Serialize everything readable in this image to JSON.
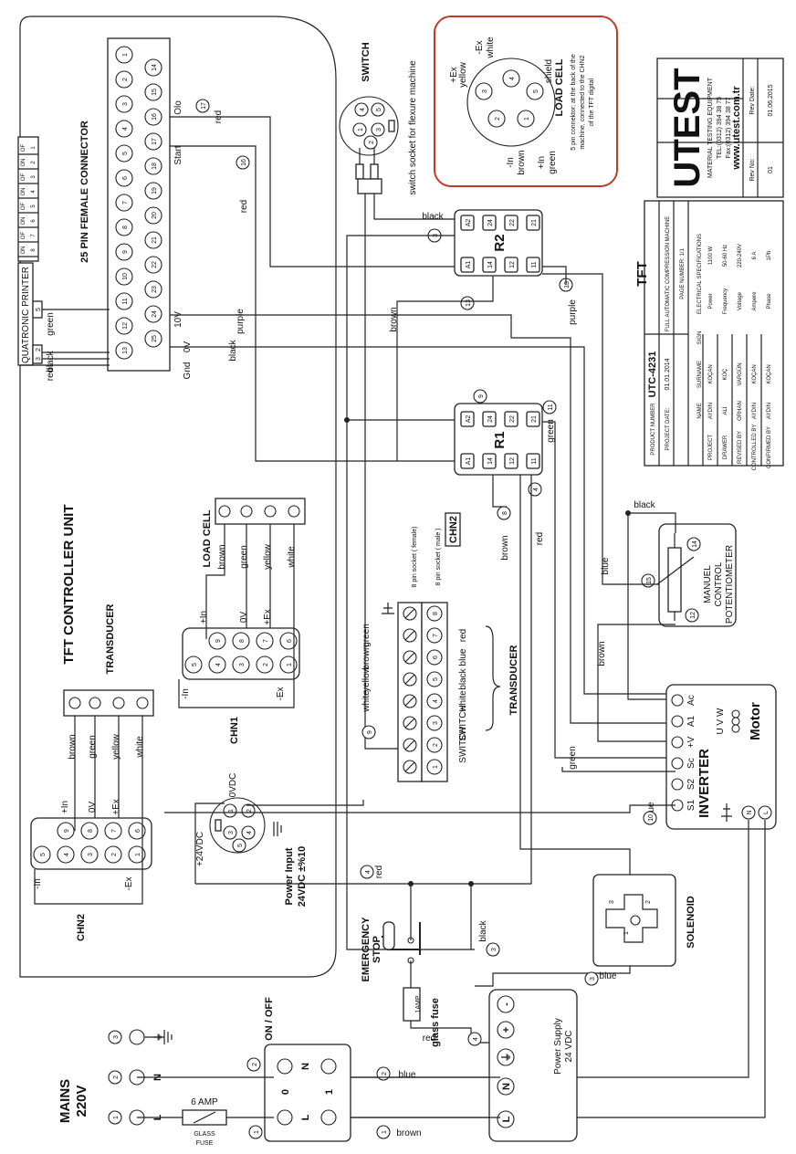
{
  "controller": {
    "title": "TFT CONTROLLER UNIT"
  },
  "connector25": {
    "title": "25 PIN FEMALE CONNECTOR",
    "top_row": [
      "1",
      "2",
      "3",
      "4",
      "5",
      "6",
      "7",
      "8",
      "9",
      "10",
      "11",
      "12",
      "13"
    ],
    "bottom_row": [
      "14",
      "15",
      "16",
      "17",
      "18",
      "19",
      "20",
      "21",
      "22",
      "23",
      "24",
      "25"
    ],
    "labels": {
      "olo": "Olo",
      "start": "Start",
      "v10": "10V",
      "gnd": "Gnd",
      "v0": "0V"
    }
  },
  "printer": {
    "title": "QUATRONIC PRINTER",
    "pins": [
      "2",
      "3",
      "5"
    ],
    "switch_states": [
      "OF",
      "ON",
      "OF",
      "ON",
      "OF",
      "ON",
      "OF",
      "ON"
    ],
    "switch_nums": [
      "1",
      "2",
      "3",
      "4",
      "5",
      "6",
      "7",
      "8"
    ]
  },
  "switch_socket": {
    "title": "SWITCH",
    "desc": "switch socket for flexure machine",
    "pins": [
      "1",
      "2",
      "3",
      "4",
      "5"
    ]
  },
  "load_cell_connector": {
    "title": "LOAD CELL",
    "desc_lines": [
      "5 pin connektor; at the back of the",
      "machine, connected to the CHN2",
      "of the TFT digital"
    ],
    "pins": [
      "1",
      "2",
      "3",
      "4",
      "5"
    ],
    "labels": {
      "ex_pos": "+Ex",
      "ex_pos_color": "yellow",
      "ex_neg": "-Ex",
      "ex_neg_color": "white",
      "shield": "shield",
      "in_neg": "-In",
      "in_neg_color": "brown",
      "in_pos": "+In",
      "in_pos_color": "green"
    }
  },
  "relays": {
    "r2": {
      "name": "R2",
      "pins": [
        "A2",
        "24",
        "22",
        "A1",
        "14",
        "12",
        "21",
        "11"
      ]
    },
    "r1": {
      "name": "R1",
      "pins": [
        "A2",
        "24",
        "22",
        "A1",
        "14",
        "12",
        "21",
        "11"
      ]
    }
  },
  "wires": {
    "red": "red",
    "black": "black",
    "brown": "brown",
    "green": "green",
    "purple": "purple",
    "blue": "blue",
    "yellow": "yellow",
    "white": "white",
    "n17": "17",
    "n16": "16",
    "n3": "3",
    "n13": "13",
    "n9": "9",
    "n11": "11",
    "n4": "4",
    "n8": "8",
    "n10": "10",
    "n2": "2",
    "n1": "1"
  },
  "transducer_box": {
    "title": "TRANSDUCER",
    "wires": [
      "brown",
      "green",
      "yellow",
      "white"
    ]
  },
  "load_cell_box": {
    "title": "LOAD CELL",
    "wires": [
      "brown",
      "green",
      "yellow",
      "white"
    ]
  },
  "chn1": {
    "title": "CHN1",
    "top": [
      "9",
      "8",
      "7",
      "6"
    ],
    "bottom": [
      "5",
      "4",
      "3",
      "2",
      "1"
    ],
    "labels": {
      "in_pos": "+In",
      "v0": "0V",
      "ex_pos": "+Ex",
      "in_neg": "-In",
      "ex_neg": "-Ex"
    }
  },
  "chn2_left": {
    "title": "CHN2",
    "top": [
      "9",
      "8",
      "7",
      "6"
    ],
    "bottom": [
      "5",
      "4",
      "3",
      "2",
      "1"
    ],
    "labels": {
      "in_pos": "+In",
      "v0": "0V",
      "ex_pos": "+Ex",
      "in_neg": "-In",
      "ex_neg": "-Ex"
    }
  },
  "terminal_block": {
    "female": "8 pin socket ( female)",
    "male": "8 pin socket ( male )",
    "chn2": "CHN2",
    "numbers": [
      "8",
      "7",
      "6",
      "5",
      "4",
      "3",
      "2",
      "1"
    ],
    "left_labels": [
      "green",
      "brown",
      "yellow",
      "white"
    ],
    "right_labels": [
      "red",
      "blue",
      "black",
      "white",
      "SWITCH",
      "SWITCH"
    ],
    "group_label": "TRANSDUCER"
  },
  "power_input": {
    "v0": "0VDC",
    "v24": "+24VDC",
    "title": "Power Input",
    "subtitle": "24VDC  ±%10",
    "pins": [
      "1",
      "2",
      "3",
      "4",
      "5"
    ]
  },
  "potentiometer": {
    "title": "MANUEL CONTROL POTENTIOMETER",
    "lines": [
      "MANUEL",
      "CONTROL",
      "POTENTIOMETER"
    ],
    "pins": [
      "12",
      "15",
      "14"
    ]
  },
  "inverter": {
    "title": "INVERTER",
    "motor": "Motor",
    "uvw": "U V W",
    "terminals": [
      "S1",
      "S2",
      "Sc",
      "+V",
      "A1",
      "Ac"
    ],
    "bottom": [
      "N",
      "L"
    ]
  },
  "solenoid": {
    "title": "SOLENOID",
    "pins": [
      "1",
      "2",
      "3"
    ]
  },
  "emergency": {
    "title_lines": [
      "EMERGENCY",
      "STOP"
    ]
  },
  "fuse": {
    "label": "1AMP",
    "caption": "glass fuse"
  },
  "power_supply": {
    "title": "Power Supply",
    "subtitle": "24 VDC",
    "terminals": [
      "-",
      "+",
      "⏚",
      "N",
      "L"
    ]
  },
  "mains": {
    "title": "MAINS",
    "voltage": "220V",
    "lines": [
      "L",
      "N",
      "⏚"
    ],
    "nums": [
      "1",
      "2",
      "3"
    ]
  },
  "onoff": {
    "title": "ON / OFF",
    "labels": [
      "N",
      "L",
      "0",
      "1"
    ]
  },
  "main_fuse": {
    "rating": "6 AMP",
    "caption_lines": [
      "GLASS",
      "FUSE"
    ]
  },
  "product_table": {
    "product_number_label": "PRODUCT NUMBER",
    "product_number": "UTC-4231",
    "project_date_label": "PROJECT DATE:",
    "project_date": "01.01.2014",
    "title_label": "TFT",
    "subtitle": "FULL AUTOMATIC COMPRESSION MACHINE",
    "page": "PAGE NUMBER: 1/1",
    "headers": [
      "",
      "NAME",
      "SURNAME",
      "SIGN"
    ],
    "rows": [
      [
        "PROJECT",
        "AYDIN",
        "KOÇAN"
      ],
      [
        "DRAWER",
        "ALİ",
        "KOÇ"
      ],
      [
        "REVISED BY",
        "ORHAN",
        "VARGÜN"
      ],
      [
        "CONTROLLED BY",
        "AYDIN",
        "KOÇAN"
      ],
      [
        "CONFIRMED BY",
        "AYDIN",
        "KOÇAN"
      ]
    ],
    "elec_title": "ELECTRICAL SPECIFICATIONS",
    "elec": [
      [
        "Power",
        "1100 W"
      ],
      [
        "Frequency",
        "50-60 Hz"
      ],
      [
        "Voltage",
        "220-240V"
      ],
      [
        "Ampere",
        "6 A"
      ],
      [
        "Phase",
        "1Ph"
      ]
    ],
    "brand": "UTEST",
    "brand_sub": "MATERIAL TESTING EQUIPMENT",
    "tel": "TEL:(0312) 394 38 75",
    "fax": "Fax:(0312) 394 38 77",
    "web": "www.utest.com.tr",
    "rev_no_label": "Rev No:",
    "rev_no": "01",
    "rev_date_label": "Rev Date:",
    "rev_date": "01.06.2015"
  }
}
